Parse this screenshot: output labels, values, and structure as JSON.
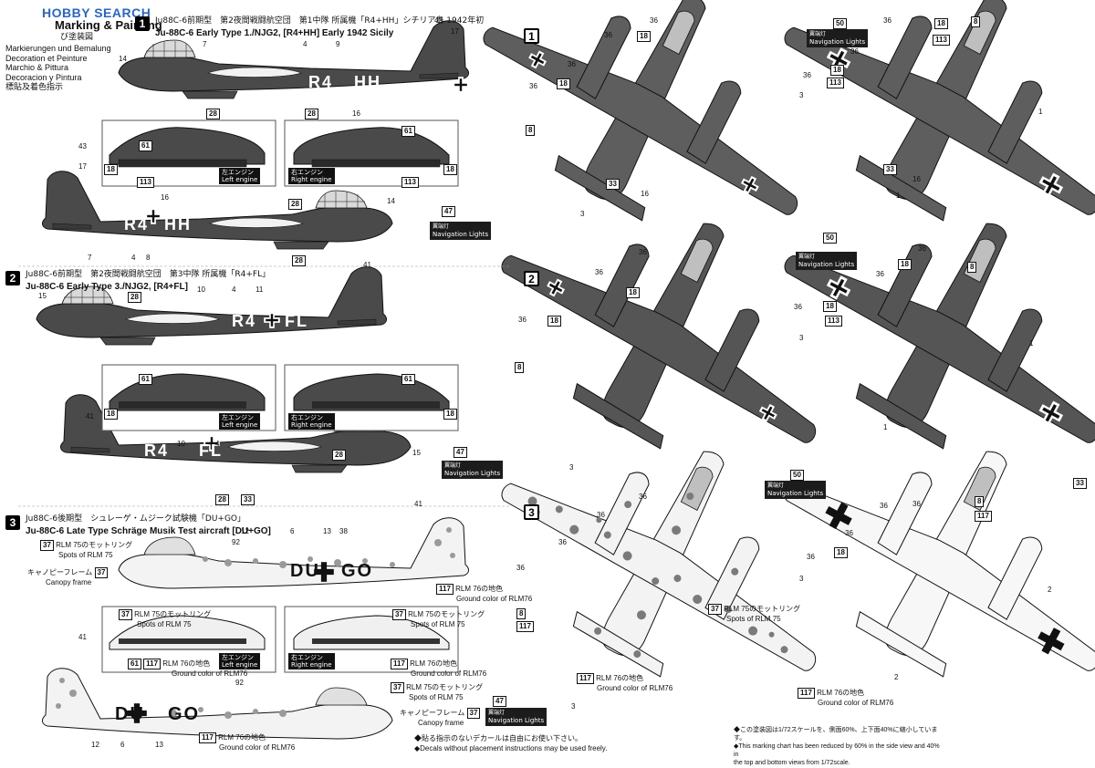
{
  "watermark": "HOBBY SEARCH",
  "header": {
    "title_en": "Marking & Painting",
    "title_jp": "び塗装図",
    "languages": [
      "Markierungen und Bemalung",
      "Decoration et Peinture",
      "Marchio & Pittura",
      "Decoracion y Pintura",
      "標貼及着色指示"
    ]
  },
  "sections": [
    {
      "num": "1",
      "jp": "Ju88C-6前期型　第2夜間戦闘航空団　第1中隊 所属機「R4+HH」シチリア島 1942年初",
      "en": "Ju-88C-6 Early Type  1./NJG2, [R4+HH] Early 1942 Sicily",
      "code": "R4+HH"
    },
    {
      "num": "2",
      "jp": "Ju88C-6前期型　第2夜間戦闘航空団　第3中隊 所属機「R4+FL」",
      "en": "Ju-88C-6 Early Type  3./NJG2, [R4+FL]",
      "code": "R4+FL"
    },
    {
      "num": "3",
      "jp": "Ju88C-6後期型　シュレーゲ・ムジーク試験機「DU+GO」",
      "en": "Ju-88C-6 Late Type  Schräge Musik Test aircraft [DU+GO]",
      "code": "DU+GO"
    }
  ],
  "labels": {
    "left_engine_jp": "左エンジン",
    "left_engine_en": "Left engine",
    "right_engine_jp": "右エンジン",
    "right_engine_en": "Right engine",
    "nav_jp": "翼端灯",
    "nav_en": "Navigation Lights",
    "rlm75_jp": "RLM 75のモットリング",
    "rlm75_en": "Spots of RLM 75",
    "rlm76_jp": "RLM 76の地色",
    "rlm76_en": "Ground color of RLM76",
    "canopy_jp": "キャノピーフレーム",
    "canopy_en": "Canopy frame",
    "rlm76_en_b": "Ground color of RLM76"
  },
  "codes": {
    "r4hh_left": "R4",
    "r4hh_right": "HH",
    "r4fl_left": "R4",
    "r4fl_right": "FL",
    "dugo_left": "DU",
    "dugo_right": "GO"
  },
  "numbers": {
    "n1": "1",
    "n2": "2",
    "n3": "3",
    "n4": "4",
    "n6": "6",
    "n7": "7",
    "n8": "8",
    "n9": "9",
    "n10": "10",
    "n11": "11",
    "n12": "12",
    "n13": "13",
    "n14": "14",
    "n15": "15",
    "n16": "16",
    "n17": "17",
    "n18": "18",
    "n28": "28",
    "n33": "33",
    "n36": "36",
    "n37": "37",
    "n38": "38",
    "n41": "41",
    "n43": "43",
    "n47": "47",
    "n50": "50",
    "n61": "61",
    "n92": "92",
    "n113": "113",
    "n117": "117"
  },
  "footer": {
    "jp_note": "◆貼る指示のないデカールは自由にお使い下さい。",
    "en_note": "◆Decals without placement instructions may be used freely.",
    "scale_jp": "◆この塗装図は1/72スケールを、側面60%、上下面40%に縮小しています。",
    "scale_en1": "◆This marking chart has been reduced by 60% in the side view and 40% in",
    "scale_en2": "the top and bottom views from 1/72scale."
  },
  "colors": {
    "dark_grey": "#3f3f3f",
    "mid_grey": "#6b6b6b",
    "rlm76": "#f3f3f3",
    "rlm75": "#7a7a7a",
    "accent_blue": "#2a66c7"
  }
}
